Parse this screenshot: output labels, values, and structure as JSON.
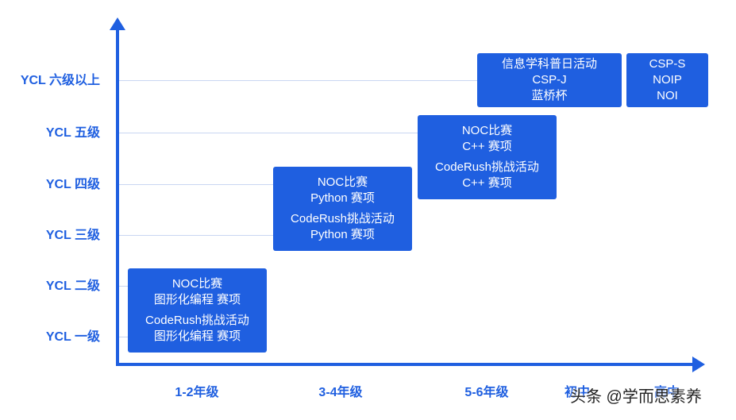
{
  "levels": [
    "YCL 六级以上",
    "YCL 五级",
    "YCL 四级",
    "YCL 三级",
    "YCL 二级",
    "YCL 一级"
  ],
  "grades": [
    "1-2年级",
    "3-4年级",
    "5-6年级",
    "初中",
    "高中"
  ],
  "boxes": [
    {
      "groups": [
        [
          "NOC比赛",
          "图形化编程 赛项"
        ],
        [
          "CodeRush挑战活动",
          "图形化编程 赛项"
        ]
      ]
    },
    {
      "groups": [
        [
          "NOC比赛",
          "Python 赛项"
        ],
        [
          "CodeRush挑战活动",
          "Python 赛项"
        ]
      ]
    },
    {
      "groups": [
        [
          "NOC比赛",
          "C++ 赛项"
        ],
        [
          "CodeRush挑战活动",
          "C++ 赛项"
        ]
      ]
    },
    {
      "groups": [
        [
          "信息学科普日活动",
          "CSP-J",
          "蓝桥杯"
        ]
      ]
    },
    {
      "groups": [
        [
          "CSP-S",
          "NOIP",
          "NOI"
        ]
      ]
    }
  ],
  "watermark": "头条 @学而思素养",
  "colors": {
    "accent": "#1f5fe0",
    "grid": "#c9d6f2",
    "box_text": "#ffffff"
  }
}
